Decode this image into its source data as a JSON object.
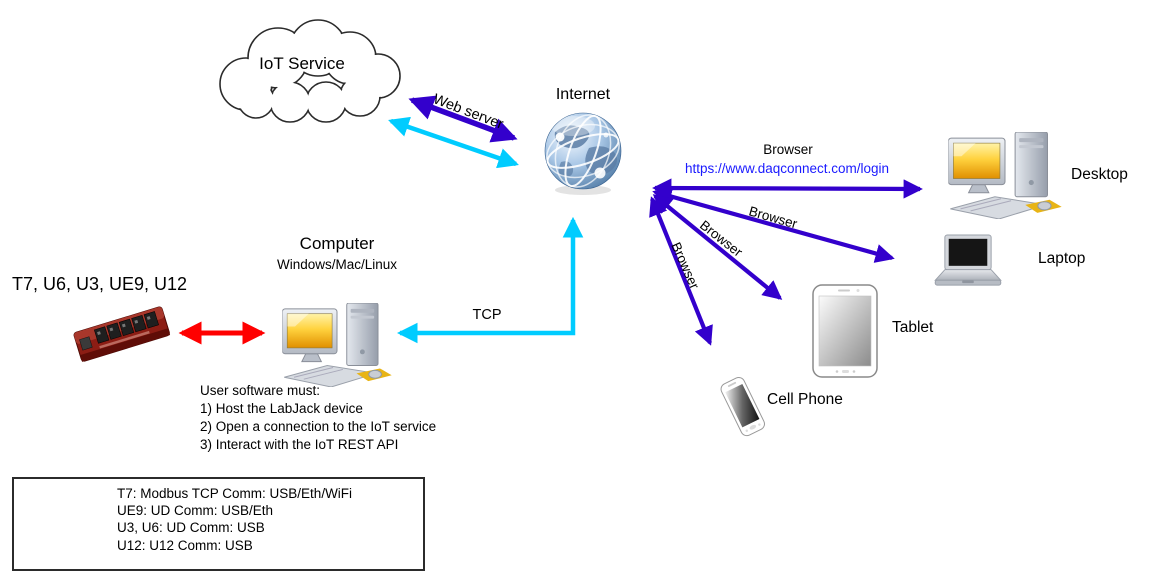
{
  "diagram": {
    "iot_service": "IoT Service",
    "internet": "Internet",
    "web_server": "Web server",
    "tcp": "TCP",
    "browser": "Browser",
    "browser_url": "https://www.daqconnect.com/login",
    "computer": {
      "title": "Computer",
      "subtitle": "Windows/Mac/Linux"
    },
    "labjack_models": "T7, U6, U3, UE9, U12",
    "endpoints": {
      "desktop": "Desktop",
      "laptop": "Laptop",
      "tablet": "Tablet",
      "cell_phone": "Cell Phone"
    },
    "note": {
      "title": "User software must:",
      "items": [
        "1) Host the LabJack device",
        "2) Open a connection to the IoT service",
        "3) Interact with the IoT REST API"
      ]
    },
    "legend": {
      "items": [
        "T7: Modbus TCP Comm: USB/Eth/WiFi",
        "UE9: UD Comm: USB/Eth",
        "U3, U6: UD Comm: USB",
        "U12: U12 Comm: USB"
      ]
    },
    "colors": {
      "web_arrow": "#3300CC",
      "tcp_arrow": "#00CCFF",
      "usb_arrow": "#FF0000",
      "url_text": "#1A1AFF"
    }
  }
}
